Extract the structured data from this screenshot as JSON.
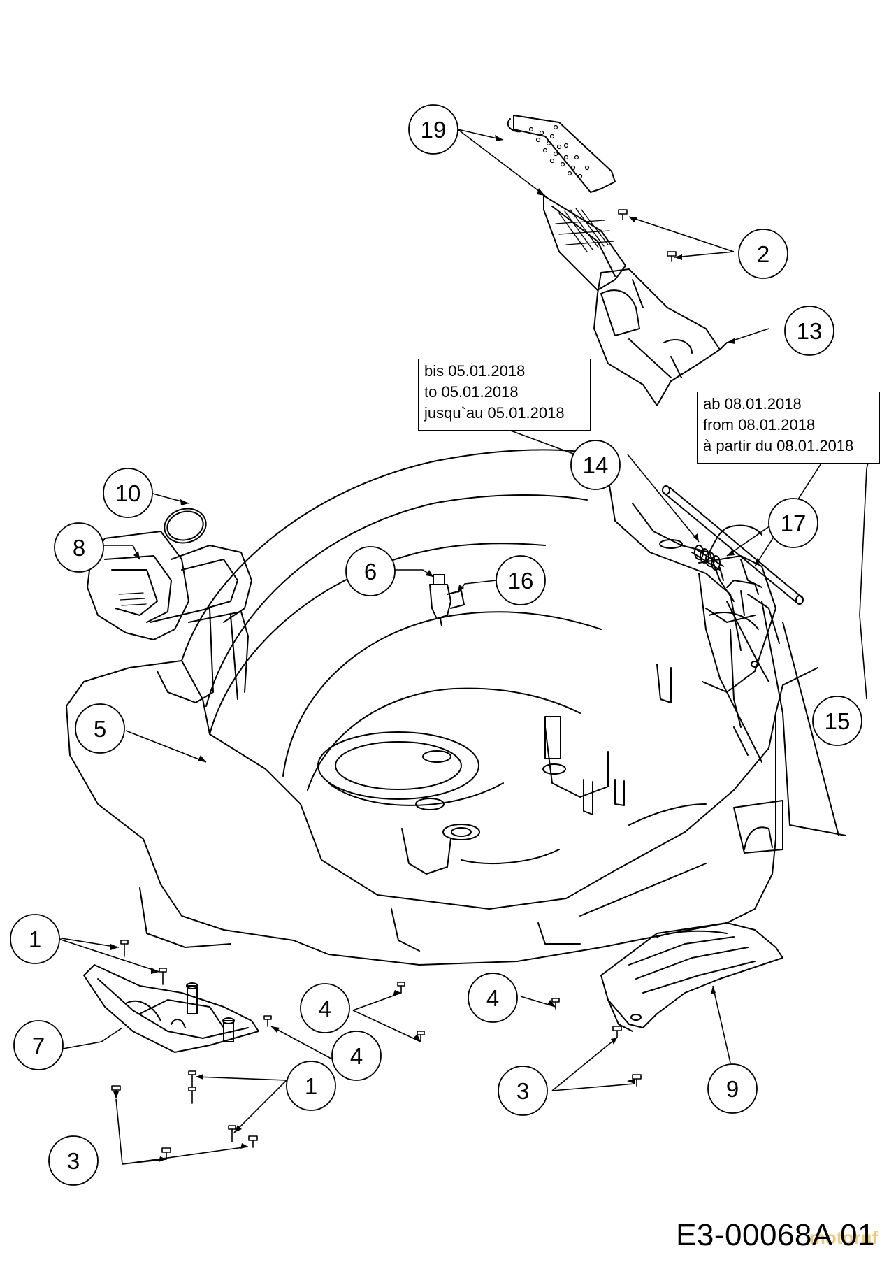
{
  "diagram": {
    "drawing_code": "E3-00068A 01",
    "watermark": "motoruf",
    "notes": {
      "before": [
        "bis 05.01.2018",
        "to 05.01.2018",
        "jusqu`au 05.01.2018"
      ],
      "after": [
        "ab 08.01.2018",
        "from 08.01.2018",
        "à partir du 08.01.2018"
      ]
    },
    "callouts": {
      "c19": "19",
      "c2": "2",
      "c13": "13",
      "c14": "14",
      "c15": "15",
      "c17": "17",
      "c10": "10",
      "c8": "8",
      "c6": "6",
      "c16": "16",
      "c5": "5",
      "c1a": "1",
      "c7": "7",
      "c1b": "1",
      "c3a": "3",
      "c4a": "4",
      "c4b": "4",
      "c4c": "4",
      "c3b": "3",
      "c9": "9"
    }
  }
}
